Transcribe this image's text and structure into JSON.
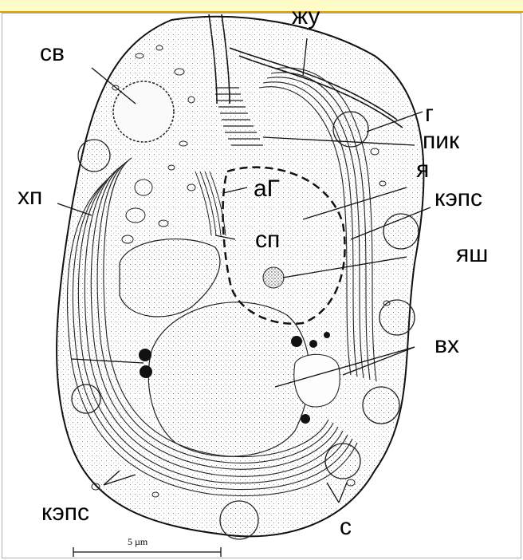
{
  "labels": {
    "zhu": "жу",
    "sv": "св",
    "g": "г",
    "pik": "пик",
    "ya": "я",
    "keps_right": "кэпс",
    "hp": "хп",
    "ag": "аГ",
    "sp": "сп",
    "yash": "яш",
    "vh": "вх",
    "keps_left": "кэпс",
    "s": "с"
  },
  "scale_bar": {
    "text": "5 µm"
  },
  "colors": {
    "banner": "#fffcc8",
    "banner_border": "#e0a000",
    "ink": "#000000"
  }
}
